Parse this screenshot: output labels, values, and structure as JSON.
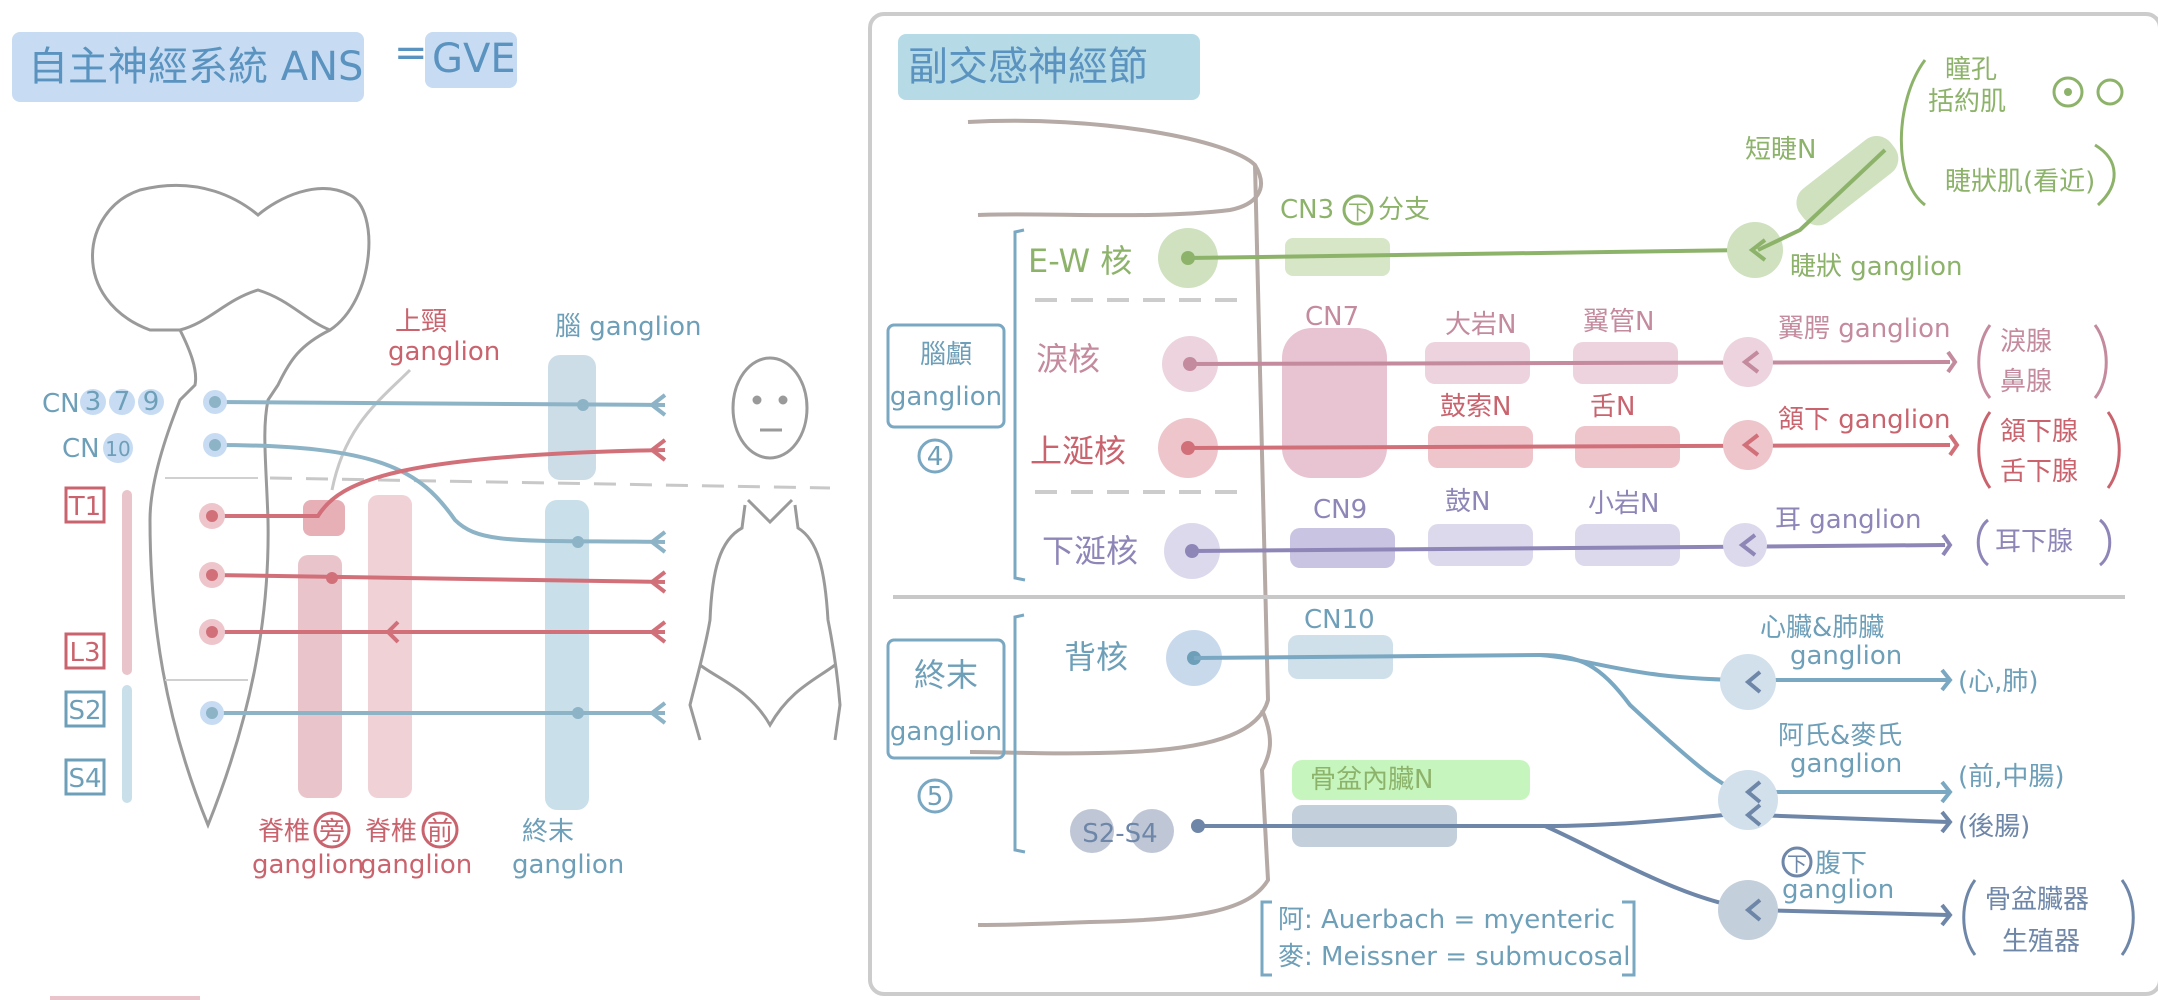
{
  "left": {
    "title": "自主神經系統 ANS",
    "equals": "=",
    "gve": "GVE",
    "superior_cervical": [
      "上頸",
      "ganglion"
    ],
    "brain_ganglion": "腦 ganglion",
    "cn_rows": [
      {
        "prefix": "CN",
        "nums": [
          "3",
          "7",
          "9"
        ]
      },
      {
        "prefix": "CN",
        "nums": [
          "10"
        ]
      }
    ],
    "spinal_levels": [
      "T1",
      "L3",
      "S2",
      "S4"
    ],
    "paravertebral": [
      "脊椎",
      "旁",
      "ganglion"
    ],
    "prevertebral": [
      "脊椎",
      "前",
      "ganglion"
    ],
    "terminal": [
      "終末",
      "ganglion"
    ]
  },
  "right": {
    "title": "副交感神經節",
    "cranial_group": [
      "腦顱",
      "ganglion",
      "4"
    ],
    "terminal_group": [
      "終末",
      "ganglion",
      "5"
    ],
    "top_branch": {
      "nerve_label": "CN3",
      "nerve_circled": "下",
      "nerve_suffix": "分支",
      "short_ciliary": "短睫N",
      "ciliary_ganglion": "睫狀 ganglion",
      "target_pupil": [
        "瞳孔",
        "括約肌"
      ],
      "target_ciliary": "睫狀肌(看近)"
    },
    "nuclei": [
      {
        "label": "E-W 核",
        "color": "#8db36b"
      },
      {
        "label": "淚核",
        "color": "#c48a9e"
      },
      {
        "label": "上涎核",
        "color": "#c9646e"
      },
      {
        "label": "下涎核",
        "color": "#8f86b8"
      },
      {
        "label": "背核",
        "color": "#6e9fb8"
      },
      {
        "label": "S2-S4",
        "color": "#6e86a8"
      }
    ],
    "cn_labels": {
      "cn7": "CN7",
      "cn9": "CN9",
      "cn10": "CN10",
      "pelvic": "骨盆內臟N"
    },
    "nerves": [
      {
        "first": "大岩N",
        "second": "翼管N",
        "ganglion": "翼腭 ganglion",
        "targets": [
          "淚腺",
          "鼻腺"
        ]
      },
      {
        "first": "鼓索N",
        "second": "舌N",
        "ganglion": "頷下 ganglion",
        "targets": [
          "頷下腺",
          "舌下腺"
        ]
      },
      {
        "first": "鼓N",
        "second": "小岩N",
        "ganglion": "耳 ganglion",
        "targets": [
          "耳下腺"
        ]
      }
    ],
    "terminal_ganglia": [
      {
        "ganglion": [
          "心臟&肺臟",
          "ganglion"
        ],
        "target": "(心,肺)"
      },
      {
        "ganglion": [
          "阿氏&麥氏",
          "ganglion"
        ],
        "target": "(前,中腸)"
      },
      {
        "ganglion": [],
        "target": "(後腸)"
      },
      {
        "ganglion": [
          "下",
          "腹下",
          "ganglion"
        ],
        "target": [
          "骨盆臟器",
          "生殖器"
        ]
      }
    ],
    "note": [
      "阿: Auerbach = myenteric",
      "麥: Meissner = submucosal"
    ]
  }
}
